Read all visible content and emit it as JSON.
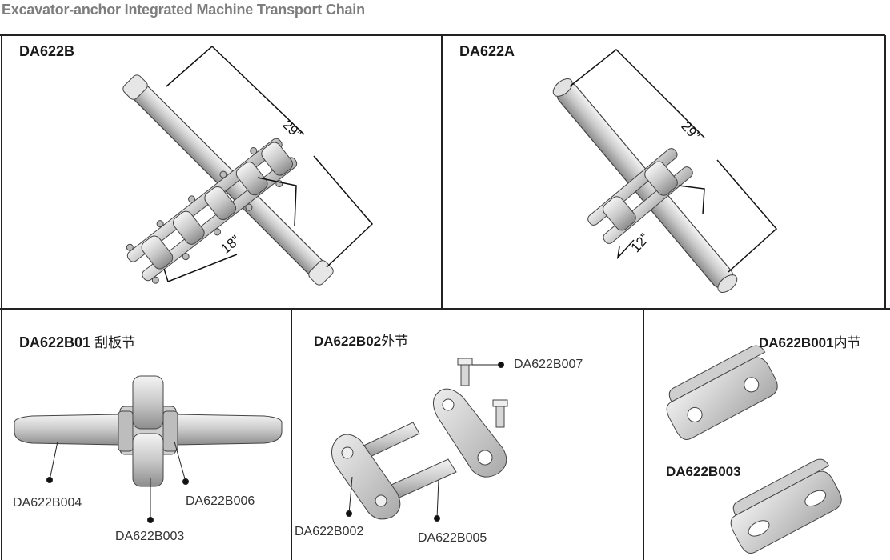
{
  "page": {
    "title": "Excavator-anchor Integrated Machine Transport Chain"
  },
  "panels": {
    "top_left": {
      "label": "DA622B",
      "dim_long": "29”",
      "dim_short": "18”"
    },
    "top_right": {
      "label": "DA622A",
      "dim_long": "29”",
      "dim_short": "12”"
    },
    "bottom_left": {
      "label": "DA622B01",
      "label_cn": "刮板节",
      "callouts": [
        "DA622B004",
        "DA622B006",
        "DA622B003"
      ]
    },
    "bottom_mid": {
      "label": "DA622B02",
      "label_cn": "外节",
      "callouts": [
        "DA622B007",
        "DA622B002",
        "DA622B005"
      ]
    },
    "bottom_right": {
      "label": "DA622B001",
      "label_cn": "内节",
      "label2": "DA622B003"
    }
  },
  "colors": {
    "line": "#222222",
    "part_fill": "#d9d9d9",
    "part_dark": "#9a9a9a",
    "title": "#7d7d7d"
  }
}
